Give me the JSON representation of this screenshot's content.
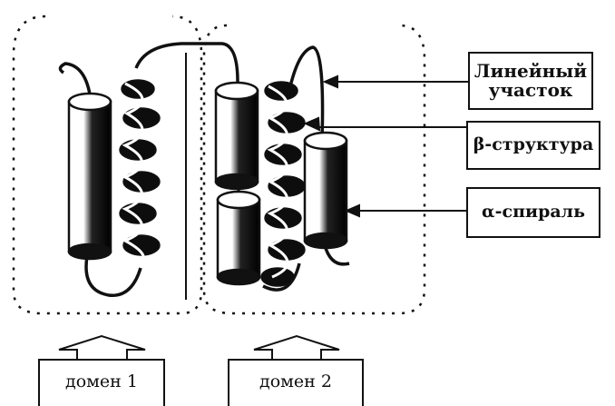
{
  "labels": {
    "linear_line1": "Линейный",
    "linear_line2": "участок",
    "beta": "β-структура",
    "alpha": "α-спираль",
    "domain1": "домен 1",
    "domain2": "домен 2"
  },
  "colors": {
    "ink": "#111111",
    "background": "#ffffff"
  }
}
